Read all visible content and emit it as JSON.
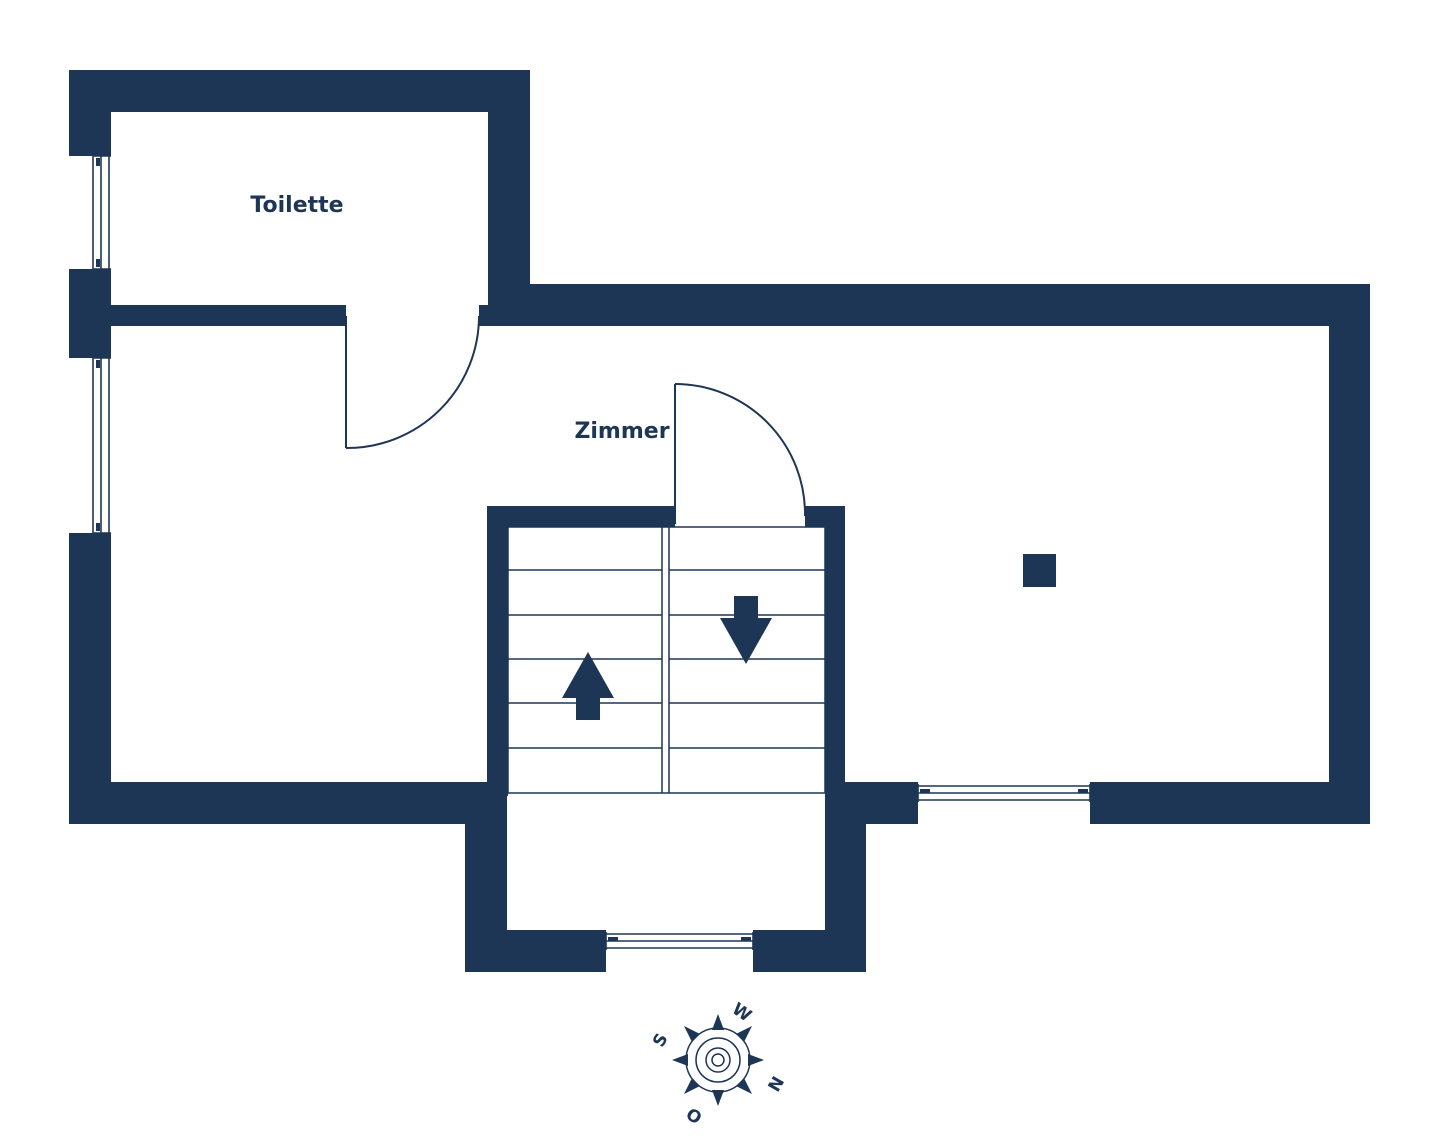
{
  "colors": {
    "wall": "#1e3655",
    "background": "#ffffff",
    "window_line": "#1e3655"
  },
  "rooms": {
    "toilet": {
      "label": "Toilette"
    },
    "room": {
      "label": "Zimmer"
    }
  },
  "stairs": {
    "up_arrow_icon": "arrow-up-icon",
    "down_arrow_icon": "arrow-down-icon"
  },
  "compass": {
    "icon": "compass-rose-icon",
    "letters": {
      "north": "N",
      "south": "S",
      "west": "W",
      "east": "O"
    }
  }
}
